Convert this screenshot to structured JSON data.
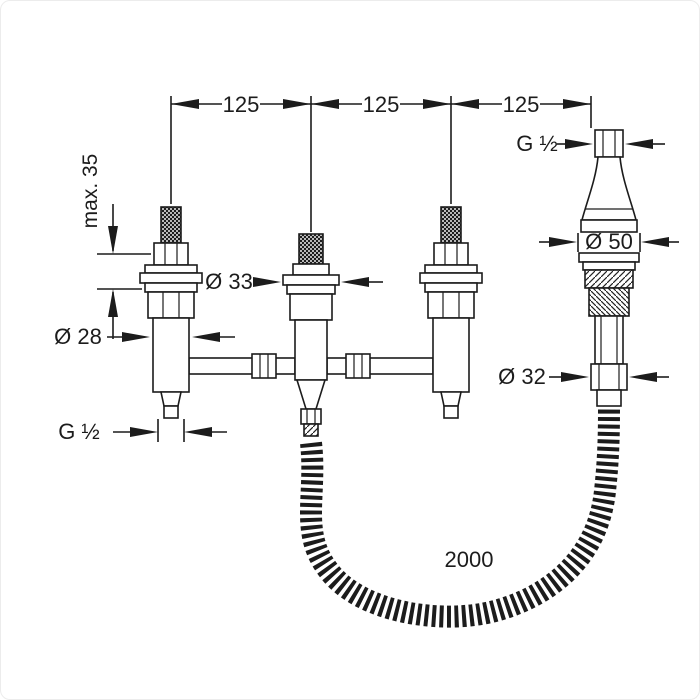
{
  "diagram": {
    "type": "technical-drawing",
    "subject": "faucet installation dimensional drawing with flexible hose",
    "colors": {
      "line": "#1c1c1c",
      "background": "#ffffff"
    },
    "labels": {
      "top_spacing_1": "125",
      "top_spacing_2": "125",
      "top_spacing_3": "125",
      "max_projection": "max. 35",
      "dia_center_valve": "Ø 33",
      "dia_side_valve": "Ø 28",
      "thread_bottom_left": "G ½",
      "thread_top_right": "G ½",
      "dia_escutcheon": "Ø 50",
      "dia_hose_fitting": "Ø 32",
      "hose_length": "2000"
    }
  }
}
